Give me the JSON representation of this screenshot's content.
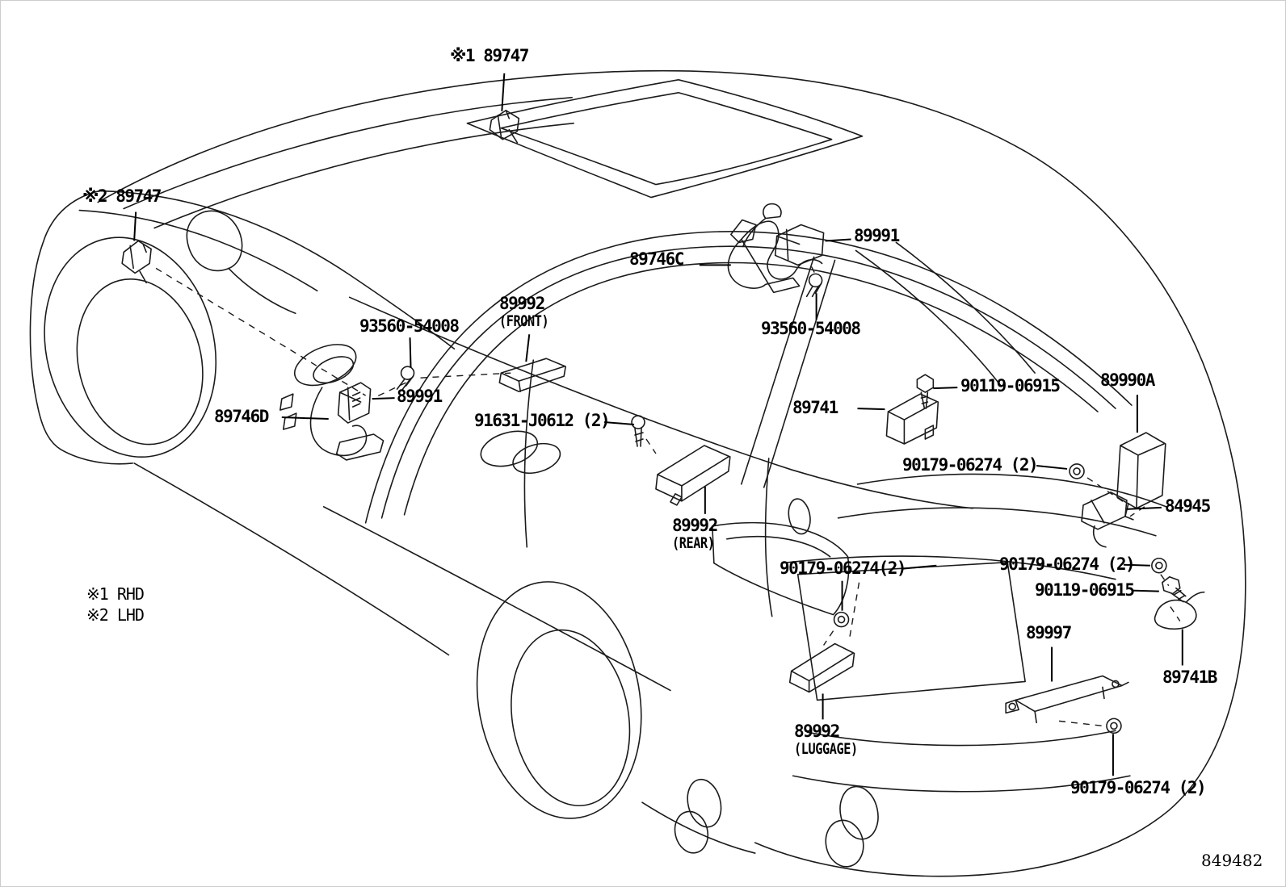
{
  "figure": {
    "code": "849482"
  },
  "legend": {
    "note1": "※1 RHD",
    "note2": "※2 LHD"
  },
  "labels": [
    {
      "id": "89747-rhd",
      "text": "※1 89747"
    },
    {
      "id": "89747-lhd",
      "text": "※2 89747"
    },
    {
      "id": "89746C",
      "text": "89746C"
    },
    {
      "id": "89991-rear",
      "text": "89991"
    },
    {
      "id": "93560-54008-rear",
      "text": "93560-54008"
    },
    {
      "id": "89992-front",
      "text": "89992",
      "sub": "(FRONT)"
    },
    {
      "id": "93560-54008-front",
      "text": "93560-54008"
    },
    {
      "id": "89991-front",
      "text": "89991"
    },
    {
      "id": "89746D",
      "text": "89746D"
    },
    {
      "id": "91631-J0612",
      "text": "91631-J0612 (2)"
    },
    {
      "id": "89741",
      "text": "89741"
    },
    {
      "id": "90119-06915-tray",
      "text": "90119-06915"
    },
    {
      "id": "89990A",
      "text": "89990A"
    },
    {
      "id": "90179-06274-tray",
      "text": "90179-06274 (2)"
    },
    {
      "id": "84945",
      "text": "84945"
    },
    {
      "id": "89992-rear",
      "text": "89992",
      "sub": "(REAR)"
    },
    {
      "id": "90179-06274-taillamp",
      "text": "90179-06274(2)"
    },
    {
      "id": "90179-06274-bumper",
      "text": "90179-06274 (2)"
    },
    {
      "id": "90119-06915-bumper",
      "text": "90119-06915"
    },
    {
      "id": "89997",
      "text": "89997"
    },
    {
      "id": "89741B",
      "text": "89741B"
    },
    {
      "id": "89992-luggage",
      "text": "89992",
      "sub": "(LUGGAGE)"
    },
    {
      "id": "90179-06274-lower",
      "text": "90179-06274 (2)"
    }
  ]
}
